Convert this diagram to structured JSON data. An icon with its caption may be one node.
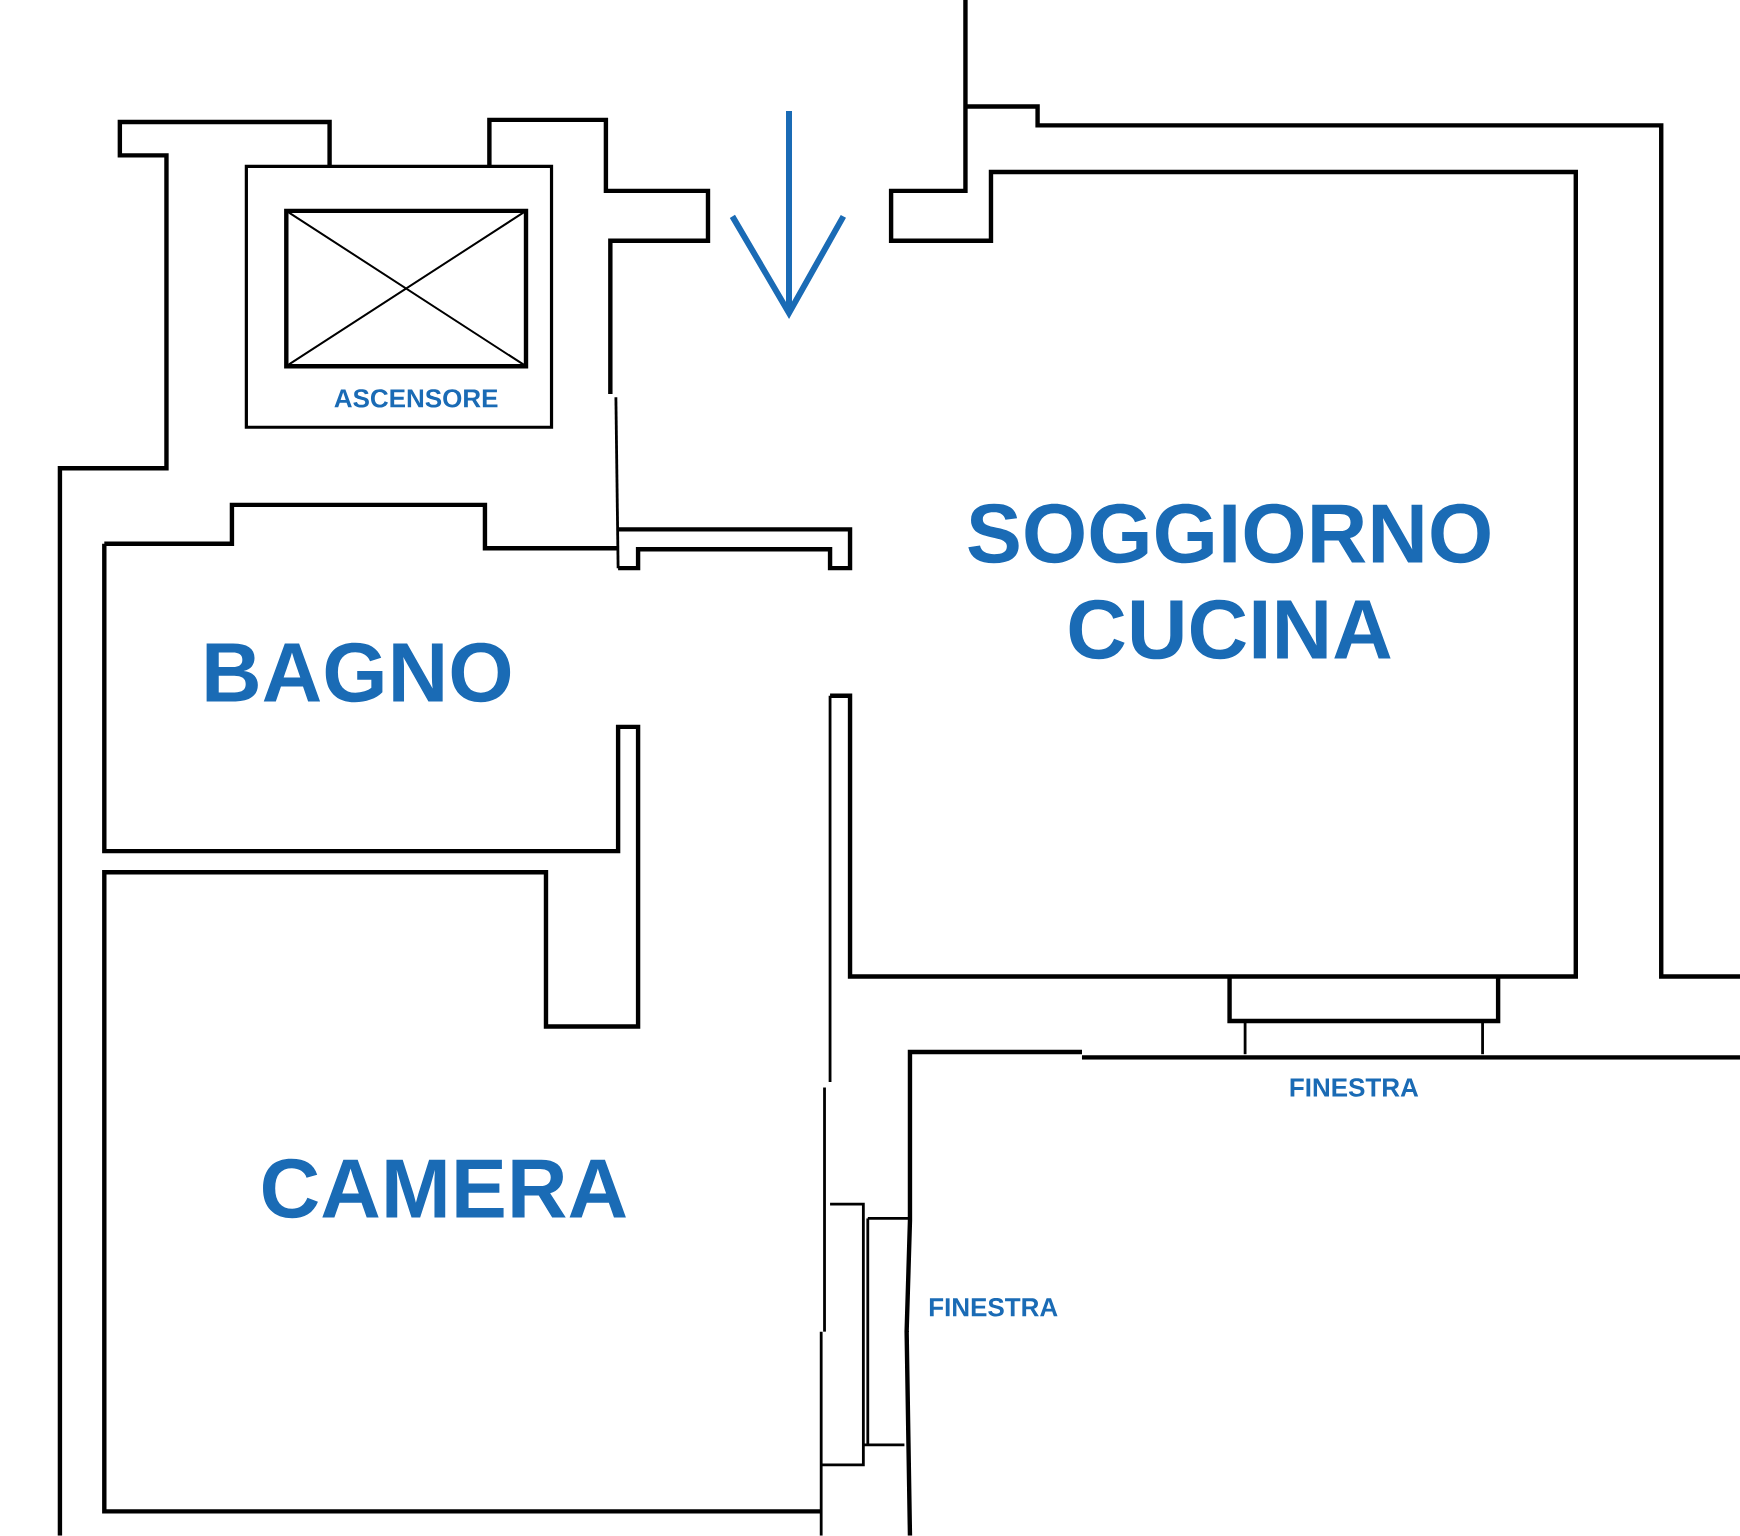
{
  "diagram": {
    "labels": [
      "ASCENSORE",
      "SOGGIORNO CUCINA",
      "BAGNO",
      "CAMERA",
      "FINESTRA",
      "FINESTRA"
    ]
  }
}
